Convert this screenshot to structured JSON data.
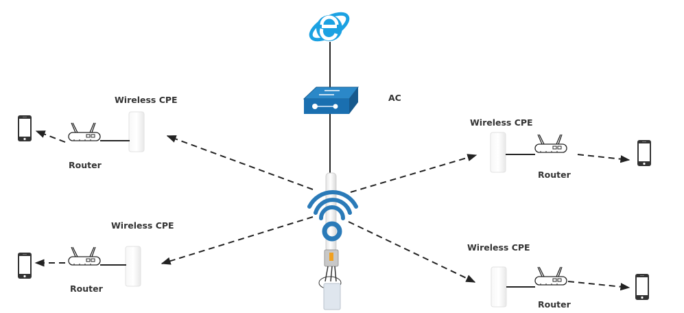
{
  "diagram": {
    "type": "wireless-network-topology",
    "colors": {
      "ie_blue": "#1ba1e2",
      "switch_blue": "#1a6fb0",
      "wifi_blue": "#2a7ab8",
      "line": "#222222",
      "label": "#333333"
    },
    "top": {
      "internet_icon": "internet-explorer-icon",
      "ac_label": "AC",
      "ac_icon": "network-switch-icon"
    },
    "base_station": {
      "icon": "omni-antenna-icon",
      "signal_icon": "wifi-signal-icon"
    },
    "branches": [
      {
        "id": "top-left",
        "cpe_label": "Wireless CPE",
        "router_label": "Router"
      },
      {
        "id": "bottom-left",
        "cpe_label": "Wireless CPE",
        "router_label": "Router"
      },
      {
        "id": "top-right",
        "cpe_label": "Wireless CPE",
        "router_label": "Router"
      },
      {
        "id": "bottom-right",
        "cpe_label": "Wireless CPE",
        "router_label": "Router"
      }
    ]
  }
}
